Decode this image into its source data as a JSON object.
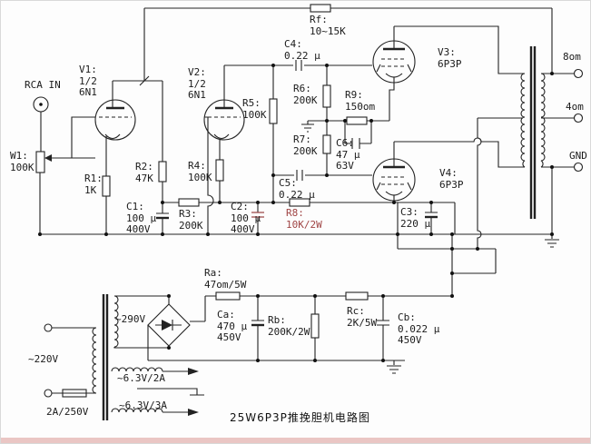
{
  "title": "25W6P3P推挽胆机电路图",
  "colors": {
    "wire": "#222222",
    "r8_label": "#a04545",
    "watermark_strip": "#eac6c4"
  },
  "labels": {
    "rca_in": "RCA IN",
    "v1": "V1:\n1/2\n6N1",
    "w1": "W1:\n100K",
    "r1": "R1:\n1K",
    "r2": "R2:\n47K",
    "c1": "C1:\n100 μ\n400V",
    "r3": "R3:\n200K",
    "v2": "V2:\n1/2\n6N1",
    "r4": "R4:\n100K",
    "c2": "C2:\n100 μ\n400V",
    "r5": "R5:\n100K",
    "c4": "C4:\n0.22 μ",
    "rf": "Rf:\n10~15K",
    "r6": "R6:\n200K",
    "r9": "R9:\n150om",
    "r7": "R7:\n200K",
    "c6": "C6:\n47 μ\n63V",
    "c5": "C5:\n0.22 μ",
    "r8": "R8:\n10K/2W",
    "v3": "V3:\n6P3P",
    "v4": "V4:\n6P3P",
    "c3": "C3:\n220 μ",
    "t_8om": "8om",
    "t_4om": "4om",
    "t_gnd": "GND",
    "hv": "~290V",
    "ra": "Ra:\n47om/5W",
    "ca": "Ca:\n470 μ\n450V",
    "rb": "Rb:\n200K/2W",
    "rc": "Rc:\n2K/5W",
    "cb": "Cb:\n0.022 μ\n450V",
    "mains": "~220V",
    "fuse": "2A/250V",
    "h1": "~6.3V/2A",
    "h2": "~6.3V/3A"
  }
}
